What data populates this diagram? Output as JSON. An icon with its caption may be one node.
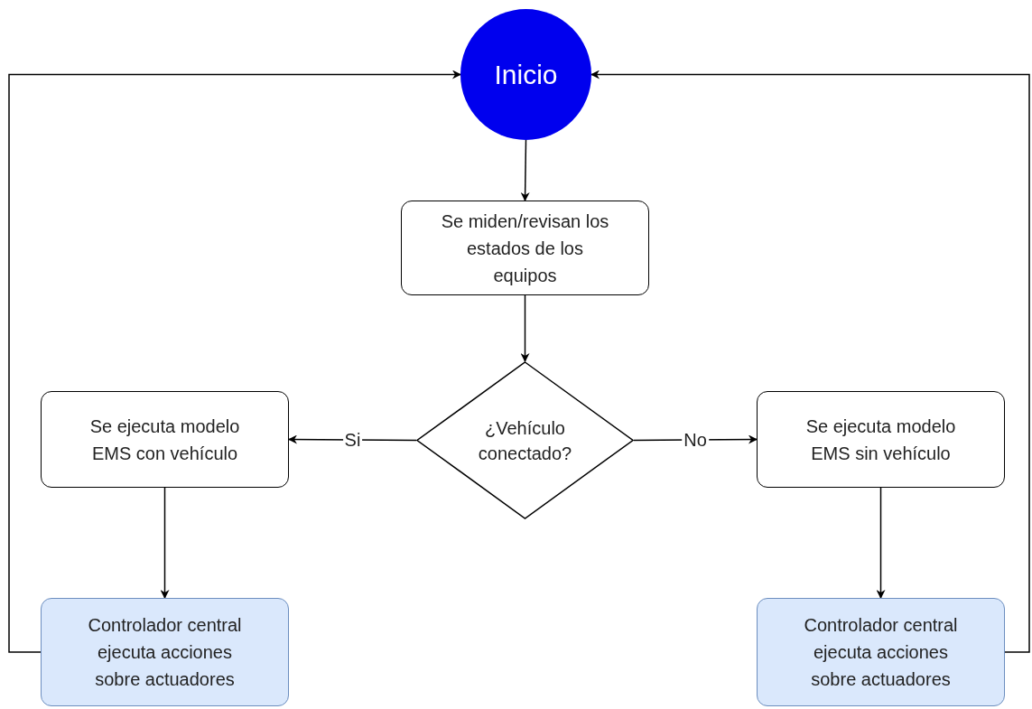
{
  "diagram": {
    "nodes": [
      {
        "text": [
          "Inicio"
        ]
      },
      {
        "text": [
          "Se miden/revisan los estados de los equipos"
        ]
      },
      {
        "text": [
          "¿Vehículo conectado?"
        ]
      },
      {
        "text": [
          "Se ejecuta modelo EMS con vehículo"
        ]
      },
      {
        "text": [
          "Se ejecuta modelo EMS sin vehículo"
        ]
      },
      {
        "text": [
          "Controlador central ejecuta acciones sobre actuadores"
        ]
      },
      {
        "text": [
          "Controlador central ejecuta acciones sobre actuadores"
        ]
      }
    ],
    "edges": [
      {
        "from": 0,
        "to": 1,
        "arrow": "to"
      },
      {
        "from": 1,
        "to": 2,
        "arrow": "to"
      },
      {
        "from": 2,
        "to": 3,
        "arrow": "to",
        "label": "Si"
      },
      {
        "from": 2,
        "to": 4,
        "arrow": "to",
        "label": "No"
      },
      {
        "from": 3,
        "to": 5,
        "arrow": "to"
      },
      {
        "from": 4,
        "to": 6,
        "arrow": "to"
      },
      {
        "from": 5,
        "to": 0,
        "arrow": "to"
      },
      {
        "from": 6,
        "to": 0,
        "arrow": "to"
      }
    ]
  }
}
